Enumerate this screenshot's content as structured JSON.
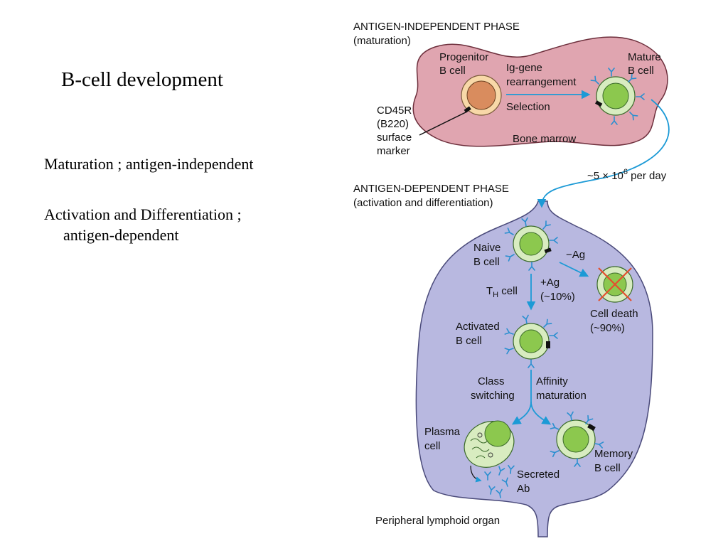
{
  "slide": {
    "title": "B-cell development",
    "bullets": [
      "Maturation ; antigen-independent",
      [
        "Activation and Differentiation ;",
        "antigen-dependent"
      ]
    ]
  },
  "diagram": {
    "colors": {
      "bone_marrow_fill": "#e0a5b0",
      "lymphoid_fill": "#b8b8e0",
      "cell_nucleus": "#8cc84e",
      "cell_cytoplasm": "#d8ecc0",
      "progenitor_nucleus": "#d98c5e",
      "progenitor_cytoplasm": "#f8d8a8",
      "arrow": "#1c9ad6",
      "antibody": "#2a8fd0",
      "death_cross": "#e4502e"
    },
    "antigen_independent": {
      "header": "ANTIGEN-INDEPENDENT PHASE",
      "subheader": "(maturation)",
      "progenitor_label": [
        "Progenitor",
        "B cell"
      ],
      "mature_label": [
        "Mature",
        "B cell"
      ],
      "process_label": [
        "Ig-gene",
        "rearrangement"
      ],
      "selection_label": "Selection",
      "marker_label": [
        "CD45R",
        "(B220)",
        "surface",
        "marker"
      ],
      "location_label": "Bone marrow"
    },
    "flow_rate": {
      "prefix": "~5 × 10",
      "exponent": "6",
      "suffix": " per day"
    },
    "antigen_dependent": {
      "header": "ANTIGEN-DEPENDENT PHASE",
      "subheader": "(activation and differentiation)",
      "naive_label": [
        "Naive",
        "B cell"
      ],
      "minus_ag_label": "−Ag",
      "th_cell_label": {
        "main": "T",
        "sub": "H",
        "tail": " cell"
      },
      "plus_ag_label": [
        "+Ag",
        "(~10%)"
      ],
      "cell_death_label": [
        "Cell death",
        "(~90%)"
      ],
      "activated_label": [
        "Activated",
        "B cell"
      ],
      "class_switching_label": [
        "Class",
        "switching"
      ],
      "affinity_label": [
        "Affinity",
        "maturation"
      ],
      "plasma_label": [
        "Plasma",
        "cell"
      ],
      "memory_label": [
        "Memory",
        "B cell"
      ],
      "secreted_label": [
        "Secreted",
        "Ab"
      ],
      "location_label": "Peripheral lymphoid organ"
    }
  }
}
